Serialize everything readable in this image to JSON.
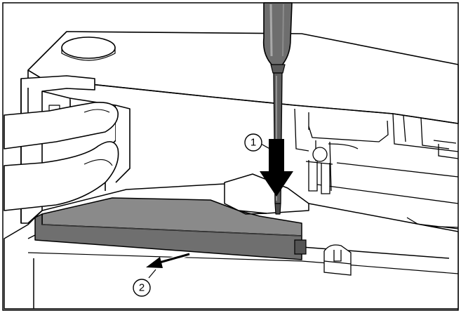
{
  "steps": [
    {
      "number": "1",
      "action": "press-down"
    },
    {
      "number": "2",
      "action": "pull-out"
    }
  ],
  "colors": {
    "outline": "#000000",
    "background": "#ffffff",
    "component_fill": "#7f7f7f",
    "component_dark": "#5a5a5a",
    "tool_fill": "#6e6e6e",
    "tool_highlight": "#a9a9a9",
    "panel_light": "#f4f4f4"
  },
  "icons": [
    "screwdriver-icon",
    "down-arrow-icon",
    "pull-arrow-icon"
  ]
}
